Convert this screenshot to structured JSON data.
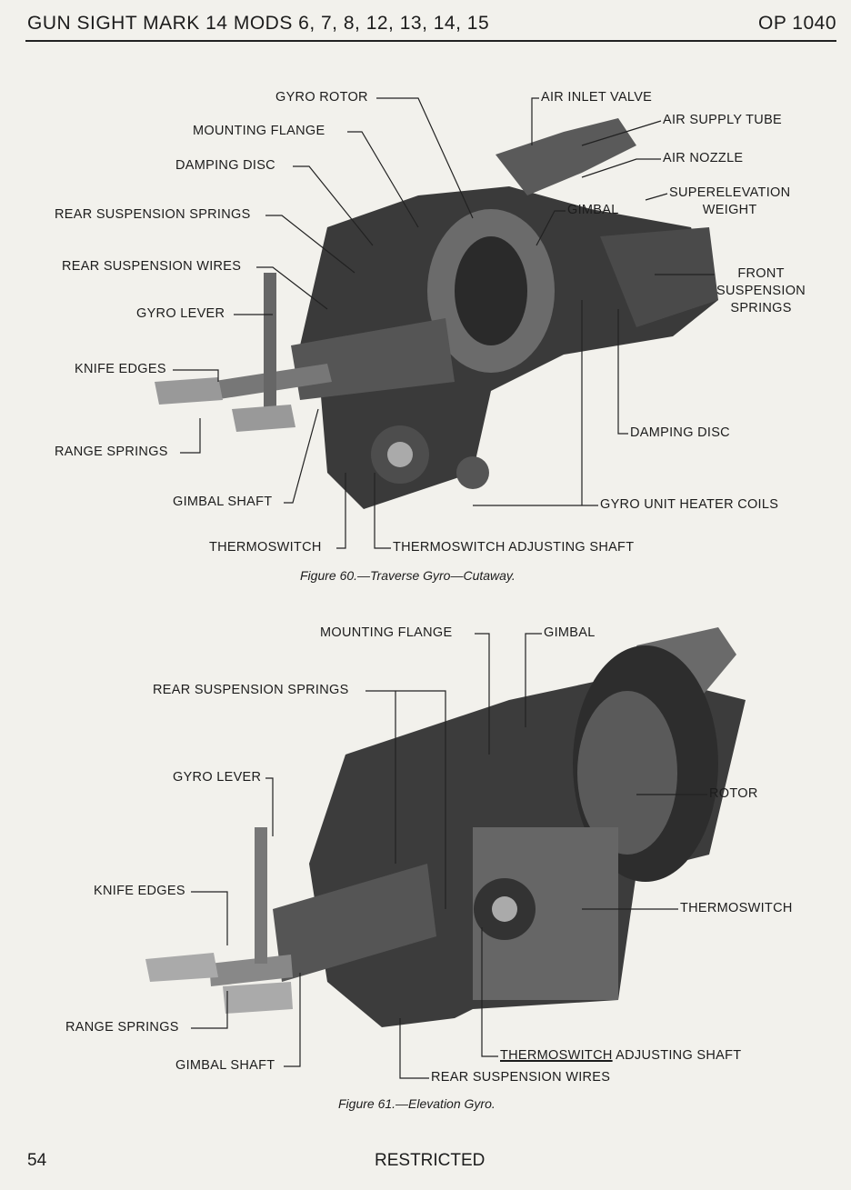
{
  "header": {
    "title": "GUN SIGHT MARK 14 MODS 6, 7, 8, 12, 13, 14, 15",
    "doc_id": "OP 1040"
  },
  "figure60": {
    "caption": "Figure 60.—Traverse Gyro—Cutaway.",
    "labels": {
      "gyro_rotor": "GYRO ROTOR",
      "mounting_flange": "MOUNTING FLANGE",
      "damping_disc_left": "DAMPING DISC",
      "rear_suspension_springs": "REAR SUSPENSION SPRINGS",
      "rear_suspension_wires": "REAR SUSPENSION WIRES",
      "gyro_lever": "GYRO LEVER",
      "knife_edges": "KNIFE EDGES",
      "range_springs": "RANGE SPRINGS",
      "gimbal_shaft": "GIMBAL SHAFT",
      "thermoswitch": "THERMOSWITCH",
      "thermoswitch_adjusting_shaft": "THERMOSWITCH ADJUSTING SHAFT",
      "air_inlet_valve": "AIR INLET VALVE",
      "air_supply_tube": "AIR SUPPLY TUBE",
      "air_nozzle": "AIR NOZZLE",
      "gimbal": "GIMBAL",
      "superelevation_1": "SUPERELEVATION",
      "superelevation_2": "WEIGHT",
      "front_susp_1": "FRONT",
      "front_susp_2": "SUSPENSION",
      "front_susp_3": "SPRINGS",
      "damping_disc_right": "DAMPING DISC",
      "gyro_unit_heater_coils": "GYRO UNIT HEATER COILS"
    }
  },
  "figure61": {
    "caption": "Figure 61.—Elevation Gyro.",
    "labels": {
      "mounting_flange": "MOUNTING FLANGE",
      "gimbal": "GIMBAL",
      "rear_suspension_springs": "REAR SUSPENSION SPRINGS",
      "gyro_lever": "GYRO LEVER",
      "rotor": "ROTOR",
      "knife_edges": "KNIFE EDGES",
      "thermoswitch": "THERMOSWITCH",
      "range_springs": "RANGE SPRINGS",
      "gimbal_shaft": "GIMBAL SHAFT",
      "thermoswitch_adj_a": "THERMOSWITCH",
      "thermoswitch_adj_b": " ADJUSTING SHAFT",
      "rear_suspension_wires": "REAR SUSPENSION WIRES"
    }
  },
  "footer": {
    "page_number": "54",
    "classification": "RESTRICTED"
  }
}
